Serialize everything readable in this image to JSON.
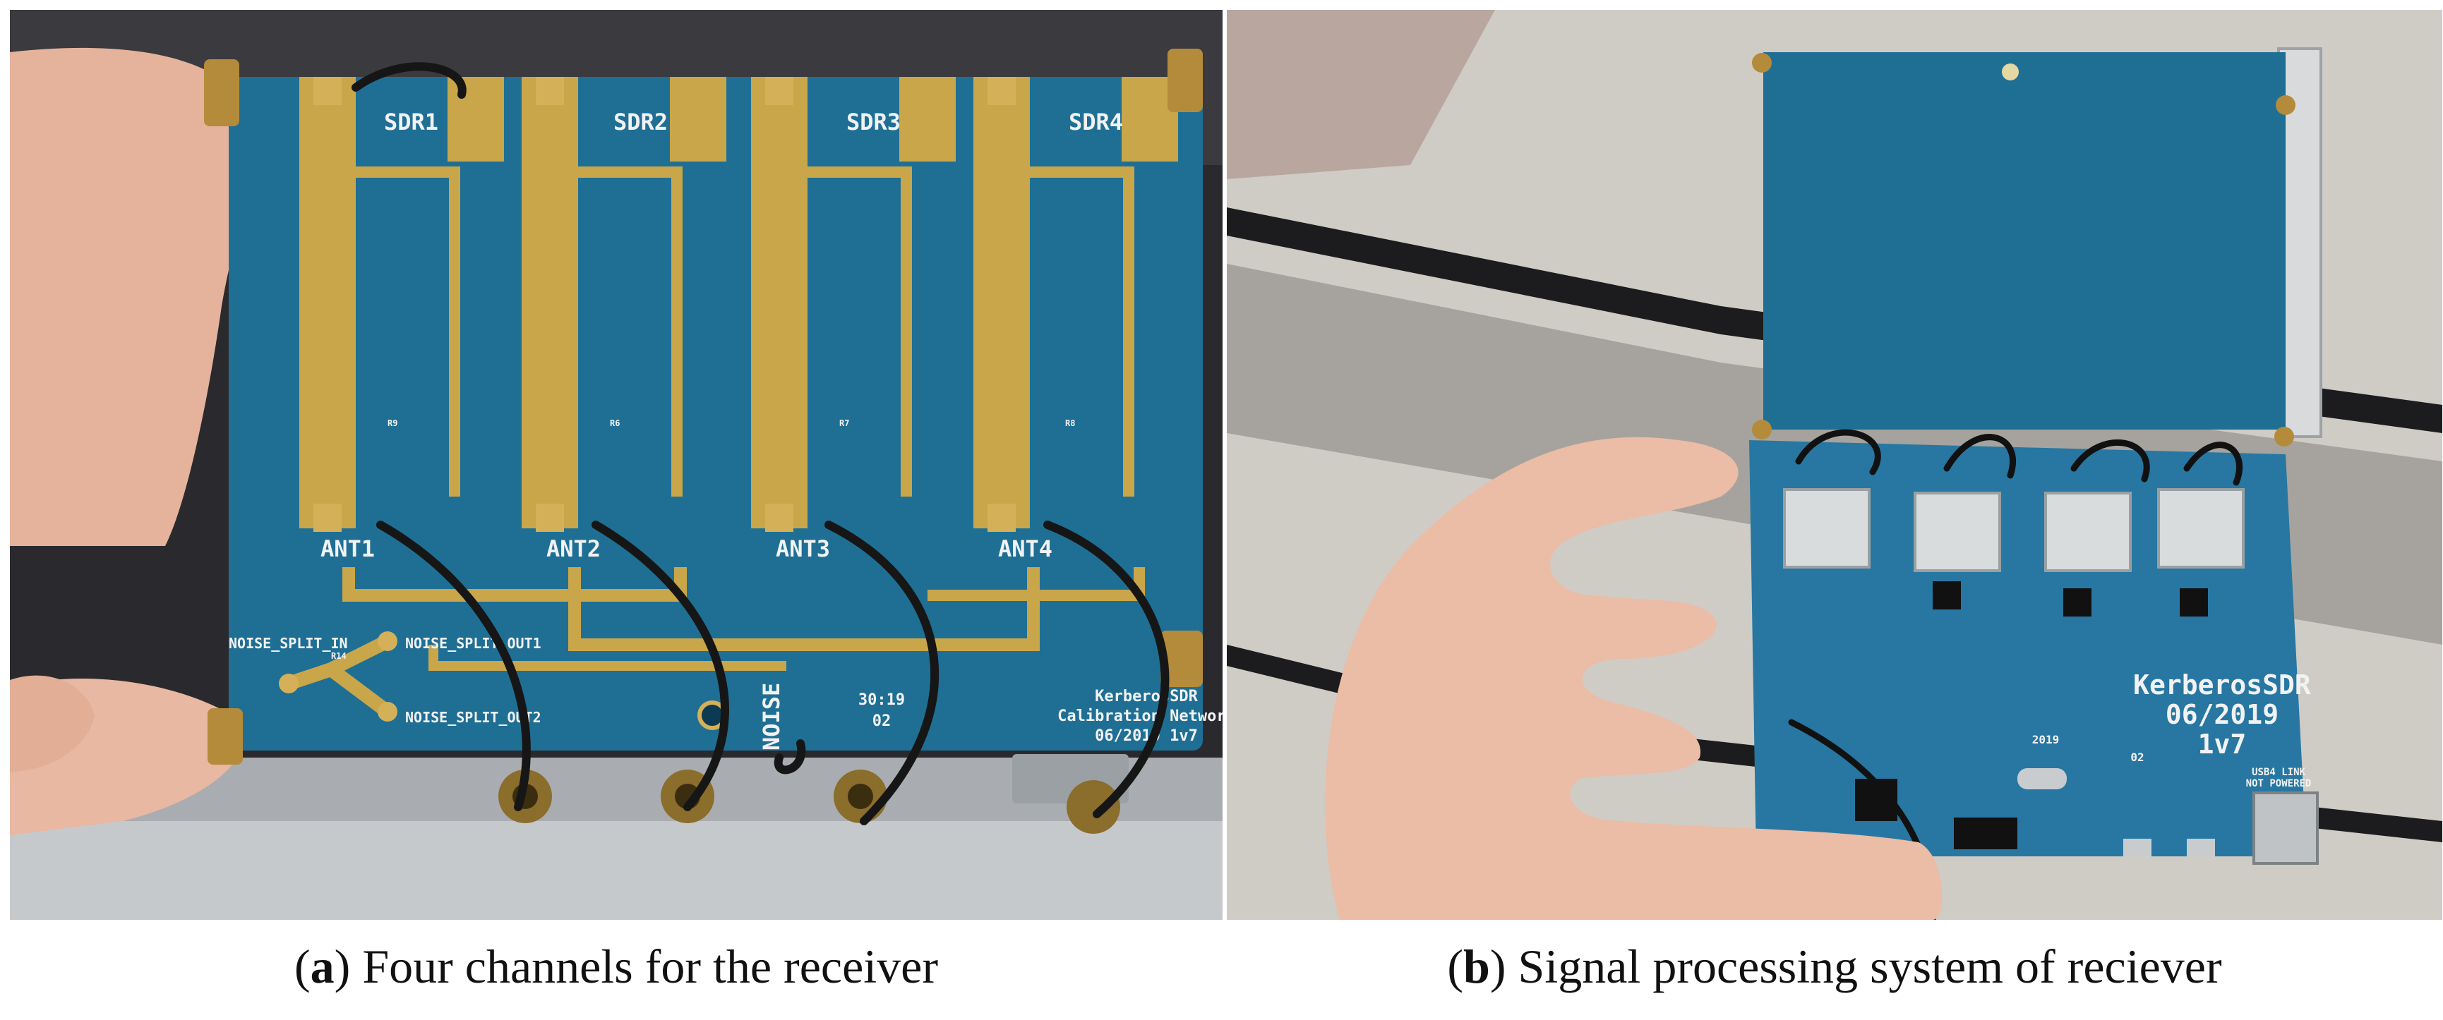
{
  "panel_a": {
    "board_labels": {
      "sdr": [
        "SDR1",
        "SDR2",
        "SDR3",
        "SDR4"
      ],
      "ant": [
        "ANT1",
        "ANT2",
        "ANT3",
        "ANT4"
      ],
      "resistors": [
        "R9",
        "R6",
        "R7",
        "R8",
        "R14"
      ],
      "noise_split_in": "NOISE_SPLIT_IN",
      "noise_split_out1": "NOISE_SPLIT_OUT1",
      "noise_split_out2": "NOISE_SPLIT_OUT2",
      "noise": "NOISE",
      "code": [
        "30:19",
        "02"
      ],
      "brand_lines": [
        "KerberosSDR",
        "Calibration Network",
        "06/2019 1v7"
      ]
    },
    "caption": {
      "label": "a",
      "text": " Four channels for the receiver"
    }
  },
  "panel_b": {
    "board_labels": {
      "brand_lines": [
        "KerberosSDR",
        "06/2019",
        "1v7"
      ],
      "usb_label": [
        "USB4 LINK",
        "NOT POWERED"
      ],
      "small_marks": [
        "2019",
        "02"
      ]
    },
    "caption": {
      "label": "b",
      "text": " Signal processing system of reciever"
    }
  },
  "colors": {
    "pcb_blue": "#1f6f95",
    "gold_trace": "#c9a64a",
    "copper_gold": "#d4b159",
    "cable_black": "#161616",
    "metal_grey": "#b9bcbf",
    "skin": "#e9b9a3"
  }
}
